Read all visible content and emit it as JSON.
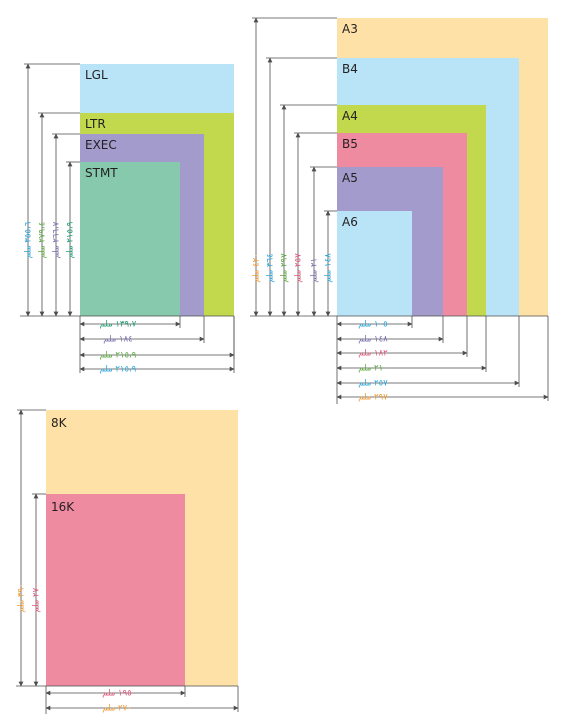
{
  "colors": {
    "legal": "#b9e3f7",
    "letter": "#c2d94d",
    "executive": "#a39bcb",
    "statement": "#86c9ad",
    "a3": "#fde1a6",
    "b4": "#b9e3f7",
    "a4": "#c2d94d",
    "b5": "#ee8ba1",
    "a5": "#a39bcb",
    "a6": "#b9e3f7",
    "k8": "#fde1a6",
    "k16": "#ee8ba1",
    "line": "#4d4d4d",
    "text_dark": "#231f20",
    "dim_orange": "#f39c34",
    "dim_cyan": "#2aa7dc",
    "dim_green": "#5aaa3c",
    "dim_purple": "#7b6eb3",
    "dim_pink": "#e2557a",
    "dim_teal": "#1c9c73"
  },
  "panels": {
    "us": {
      "labels": {
        "legal": "LGL",
        "letter": "LTR",
        "executive": "EXEC",
        "statement": "STMT"
      },
      "heights": {
        "legal": "٣٥٥،٦ ملم",
        "letter": "٢٧٩،٤ ملم",
        "executive": "٢٦٦،٧ ملم",
        "statement": "٢١٥،٩ ملم"
      },
      "widths": {
        "statement": "١٣٩،٧ ملم",
        "executive": "١٨٤ ملم",
        "letter": "٢١٥،٩ ملم",
        "legal": "٢١٥،٩ ملم"
      }
    },
    "iso": {
      "labels": {
        "a3": "A3",
        "b4": "B4",
        "a4": "A4",
        "b5": "B5",
        "a5": "A5",
        "a6": "A6"
      },
      "heights": {
        "a3": "٤٢٠ ملم",
        "b4": "٣٦٤ ملم",
        "a4": "٢٩٧ ملم",
        "b5": "٢٥٧ ملم",
        "a5": "٢١٠ ملم",
        "a6": "١٤٨ ملم"
      },
      "widths": {
        "a6": "١٠٥ ملم",
        "a5": "١٤٨ ملم",
        "b5": "١٨٢ ملم",
        "a4": "٢١٠ ملم",
        "b4": "٢٥٧ ملم",
        "a3": "٢٩٧ ملم"
      }
    },
    "k": {
      "labels": {
        "k8": "8K",
        "k16": "16K"
      },
      "heights": {
        "k8": "٣٩٠ ملم",
        "k16": "٢٧٠ ملم"
      },
      "widths": {
        "k16": "١٩٥ ملم",
        "k8": "٢٧٠ ملم"
      }
    }
  }
}
